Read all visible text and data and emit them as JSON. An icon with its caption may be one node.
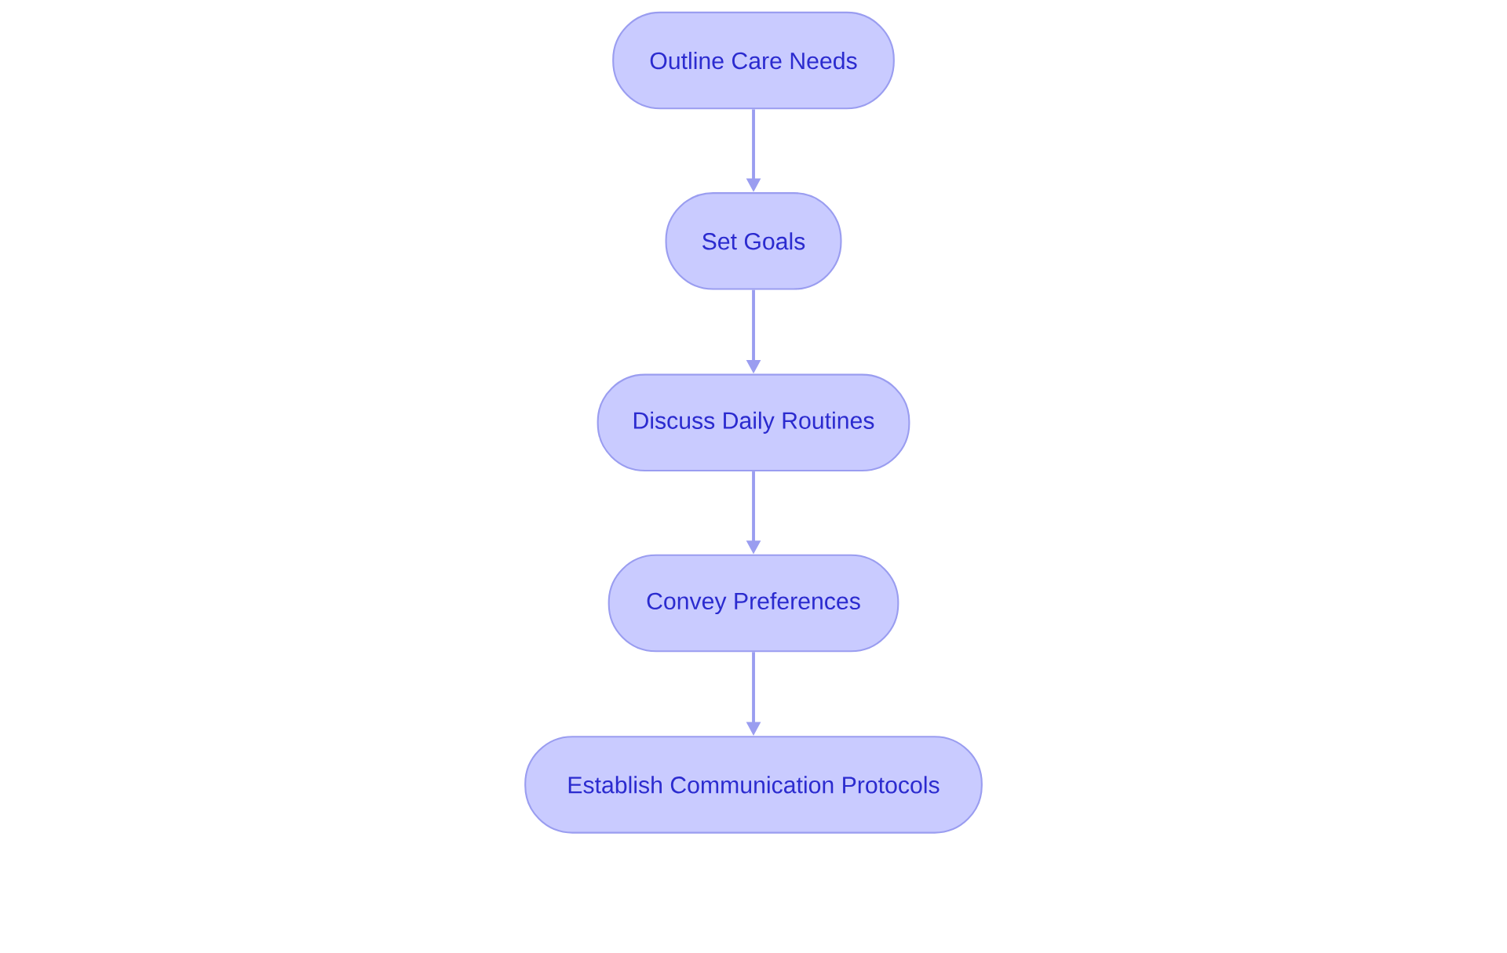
{
  "diagram": {
    "nodes": [
      {
        "text": [
          "Outline Care Needs"
        ]
      },
      {
        "text": [
          "Set Goals"
        ]
      },
      {
        "text": [
          "Discuss Daily Routines"
        ]
      },
      {
        "text": [
          "Convey Preferences"
        ]
      },
      {
        "text": [
          "Establish Communication Protocols"
        ]
      }
    ],
    "edges": [
      {
        "from": 0,
        "to": 1,
        "arrow": "to"
      },
      {
        "from": 1,
        "to": 2,
        "arrow": "to"
      },
      {
        "from": 2,
        "to": 3,
        "arrow": "to"
      },
      {
        "from": 3,
        "to": 4,
        "arrow": "to"
      }
    ]
  }
}
